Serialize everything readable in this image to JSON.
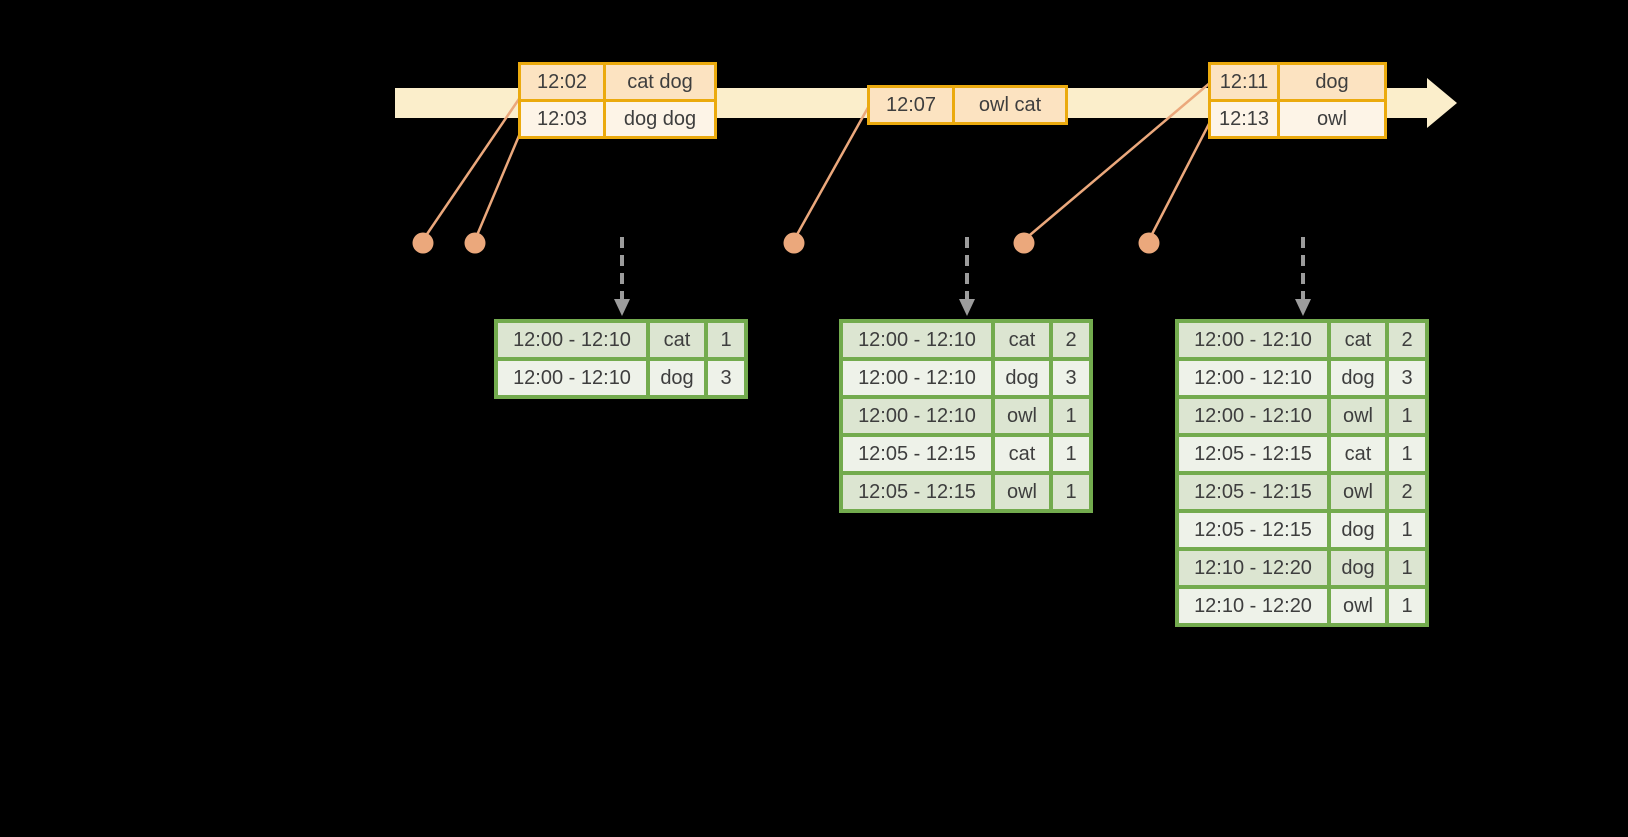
{
  "colors": {
    "timeline_fill": "#fbeecb",
    "event_border": "#ebaa0e",
    "event_row_odd": "#fce3c1",
    "event_row_even": "#fdf4e7",
    "result_border": "#73ab4e",
    "result_row_odd": "#dce5d1",
    "result_row_even": "#eef2e9",
    "connector": "#eba87c",
    "trigger_arrow": "#9c9c9c",
    "text": "#3e3e3e",
    "background": "#000000"
  },
  "event_tables": [
    {
      "rows": [
        {
          "time": "12:02",
          "words": "cat dog"
        },
        {
          "time": "12:03",
          "words": "dog dog"
        }
      ]
    },
    {
      "rows": [
        {
          "time": "12:07",
          "words": "owl cat"
        }
      ]
    },
    {
      "rows": [
        {
          "time": "12:11",
          "words": "dog"
        },
        {
          "time": "12:13",
          "words": "owl"
        }
      ]
    }
  ],
  "result_tables": [
    {
      "rows": [
        {
          "window": "12:00 - 12:10",
          "word": "cat",
          "count": "1"
        },
        {
          "window": "12:00 - 12:10",
          "word": "dog",
          "count": "3"
        }
      ]
    },
    {
      "rows": [
        {
          "window": "12:00 - 12:10",
          "word": "cat",
          "count": "2"
        },
        {
          "window": "12:00 - 12:10",
          "word": "dog",
          "count": "3"
        },
        {
          "window": "12:00 - 12:10",
          "word": "owl",
          "count": "1"
        },
        {
          "window": "12:05 - 12:15",
          "word": "cat",
          "count": "1"
        },
        {
          "window": "12:05 - 12:15",
          "word": "owl",
          "count": "1"
        }
      ]
    },
    {
      "rows": [
        {
          "window": "12:00 - 12:10",
          "word": "cat",
          "count": "2"
        },
        {
          "window": "12:00 - 12:10",
          "word": "dog",
          "count": "3"
        },
        {
          "window": "12:00 - 12:10",
          "word": "owl",
          "count": "1"
        },
        {
          "window": "12:05 - 12:15",
          "word": "cat",
          "count": "1"
        },
        {
          "window": "12:05 - 12:15",
          "word": "owl",
          "count": "2"
        },
        {
          "window": "12:05 - 12:15",
          "word": "dog",
          "count": "1"
        },
        {
          "window": "12:10 - 12:20",
          "word": "dog",
          "count": "1"
        },
        {
          "window": "12:10 - 12:20",
          "word": "owl",
          "count": "1"
        }
      ]
    }
  ]
}
